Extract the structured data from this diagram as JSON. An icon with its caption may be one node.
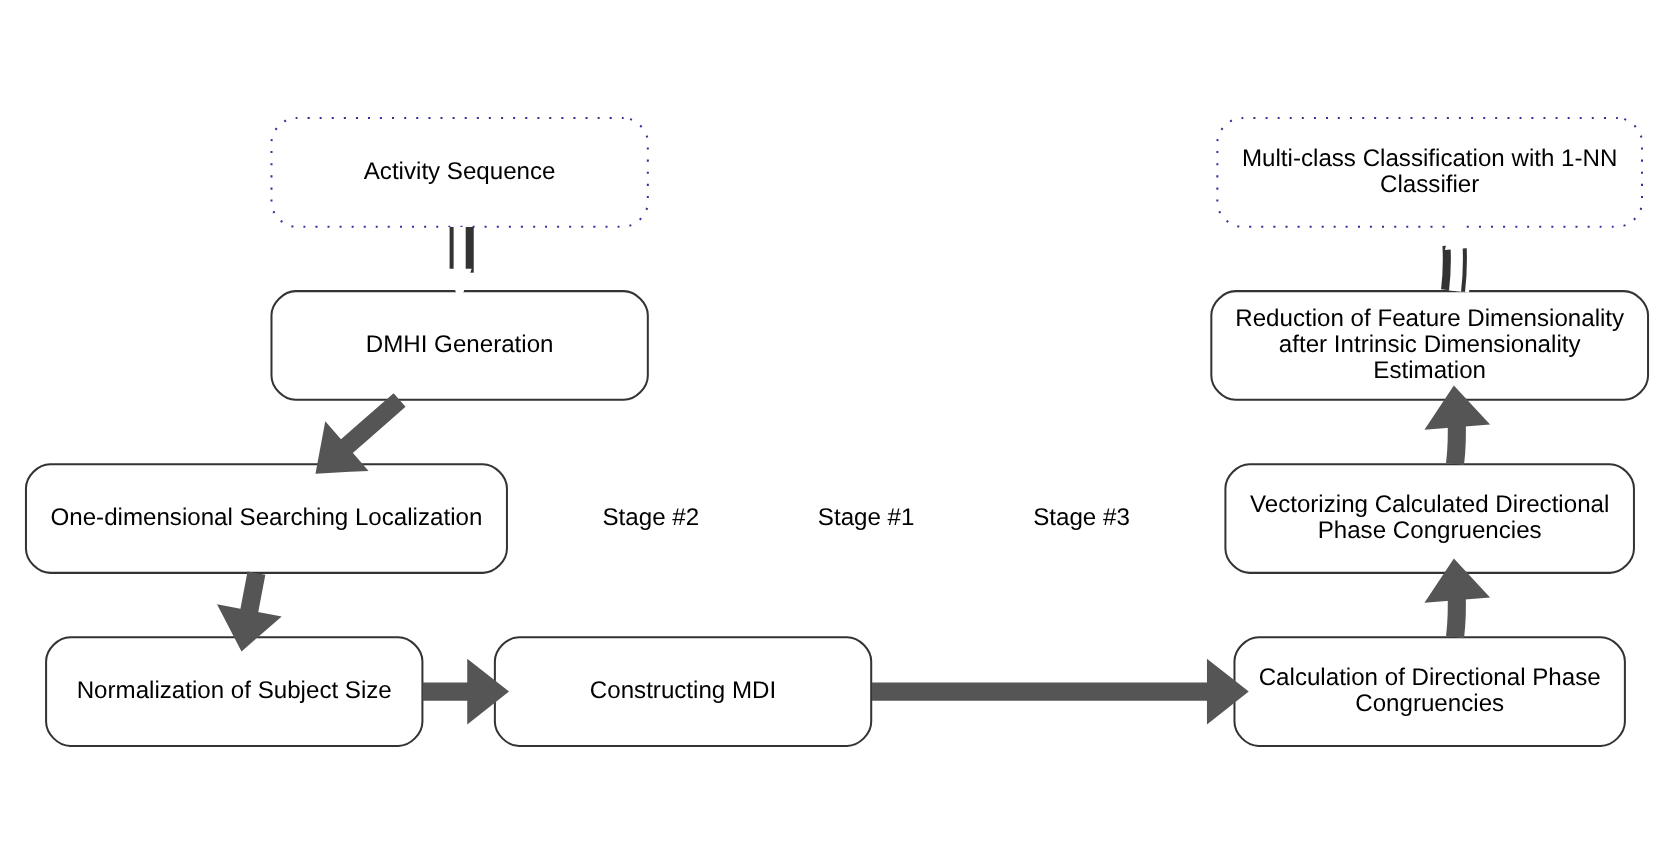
{
  "diagram": {
    "nodes": [
      {
        "text": [
          "Activity Sequence"
        ]
      },
      {
        "text": [
          "DMHI Generation"
        ]
      },
      {
        "text": [
          "One-dimensional Searching Localization"
        ]
      },
      {
        "text": [
          "Normalization of Subject Size"
        ]
      },
      {
        "text": [
          "Constructing MDI"
        ]
      },
      {
        "text": [
          "Calculation of Directional Phase Congruencies"
        ]
      },
      {
        "text": [
          "Vectorizing Calculated Directional Phase Congruencies"
        ]
      },
      {
        "text": [
          "Reduction of Feature Dimensionality after Intrinsic Dimensionality Estimation"
        ]
      },
      {
        "text": [
          "Multi-class Classification with 1-NN Classifier"
        ]
      }
    ],
    "edges": [
      {
        "from": 0,
        "to": 1,
        "arrow": "to",
        "color": "#ffffff"
      },
      {
        "from": 1,
        "to": 2,
        "arrow": "to"
      },
      {
        "from": 2,
        "to": 3,
        "arrow": "to"
      },
      {
        "from": 3,
        "to": 4,
        "arrow": "to"
      },
      {
        "from": 4,
        "to": 5,
        "arrow": "to"
      },
      {
        "from": 5,
        "to": 6,
        "arrow": "to"
      },
      {
        "from": 6,
        "to": 7,
        "arrow": "to"
      },
      {
        "from": 7,
        "to": 8,
        "arrow": "to",
        "color": "#ffffff"
      }
    ],
    "labels": [
      "Stage #1",
      "Stage #2",
      "Stage #3"
    ]
  }
}
